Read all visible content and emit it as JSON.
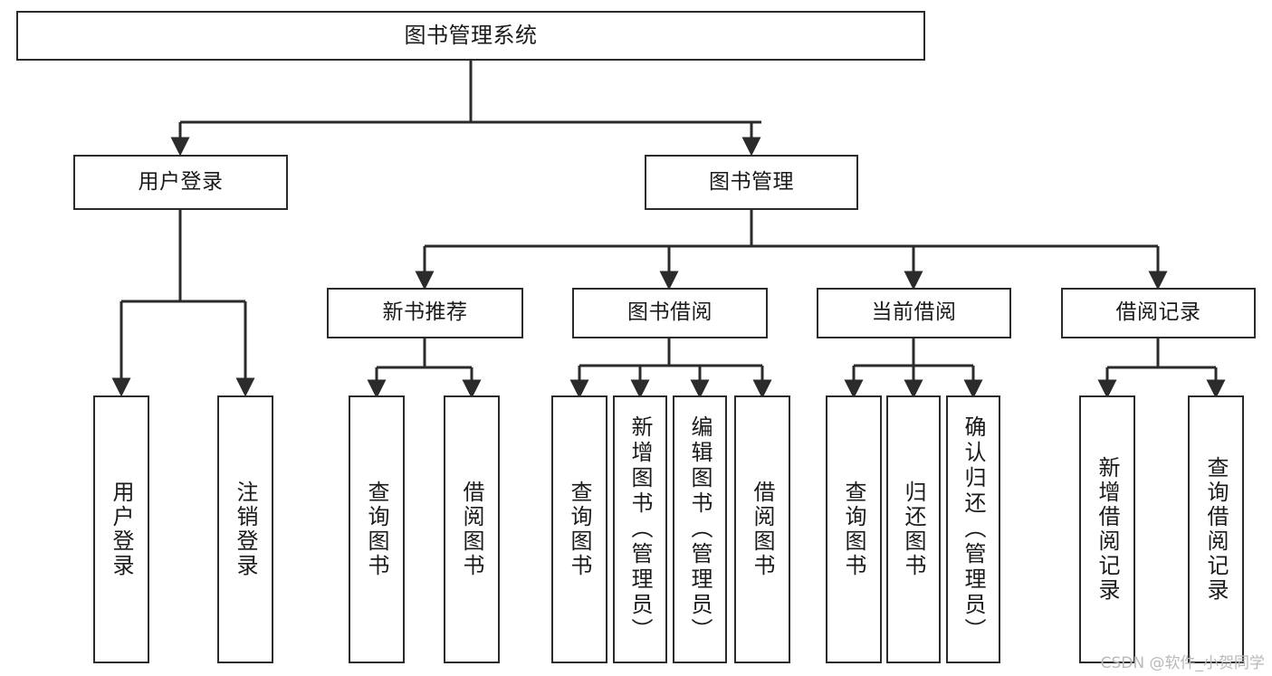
{
  "diagram": {
    "title": "图书管理系统",
    "type": "function-structure-tree",
    "root": {
      "label": "图书管理系统"
    },
    "level2": [
      {
        "id": "user-login",
        "label": "用户登录"
      },
      {
        "id": "book-management",
        "label": "图书管理"
      }
    ],
    "level3": [
      {
        "id": "new-book-recommend",
        "label": "新书推荐",
        "parent": "book-management"
      },
      {
        "id": "book-borrow",
        "label": "图书借阅",
        "parent": "book-management"
      },
      {
        "id": "current-borrow",
        "label": "当前借阅",
        "parent": "book-management"
      },
      {
        "id": "borrow-record",
        "label": "借阅记录",
        "parent": "book-management"
      }
    ],
    "leaves": [
      {
        "id": "leaf-user-login",
        "label": "用户登录",
        "parent": "user-login"
      },
      {
        "id": "leaf-logout-login",
        "label": "注销登录",
        "parent": "user-login"
      },
      {
        "id": "leaf-query-book-1",
        "label": "查询图书",
        "parent": "new-book-recommend"
      },
      {
        "id": "leaf-borrow-book-1",
        "label": "借阅图书",
        "parent": "new-book-recommend"
      },
      {
        "id": "leaf-query-book-2",
        "label": "查询图书",
        "parent": "book-borrow"
      },
      {
        "id": "leaf-add-book",
        "label": "新增图书（管理员）",
        "parent": "book-borrow"
      },
      {
        "id": "leaf-edit-book",
        "label": "编辑图书（管理员）",
        "parent": "book-borrow"
      },
      {
        "id": "leaf-borrow-book-2",
        "label": "借阅图书",
        "parent": "book-borrow"
      },
      {
        "id": "leaf-query-book-3",
        "label": "查询图书",
        "parent": "current-borrow"
      },
      {
        "id": "leaf-return-book",
        "label": "归还图书",
        "parent": "current-borrow"
      },
      {
        "id": "leaf-confirm-return",
        "label": "确认归还（管理员）",
        "parent": "current-borrow"
      },
      {
        "id": "leaf-add-record",
        "label": "新增借阅记录",
        "parent": "borrow-record"
      },
      {
        "id": "leaf-query-record",
        "label": "查询借阅记录",
        "parent": "borrow-record"
      }
    ],
    "colors": {
      "stroke": "#2b2b2b",
      "background": "#ffffff",
      "text": "#1a1a1a",
      "watermark": "#b9b9b9"
    }
  },
  "watermark": {
    "text": "CSDN @软件_小贺同学"
  }
}
